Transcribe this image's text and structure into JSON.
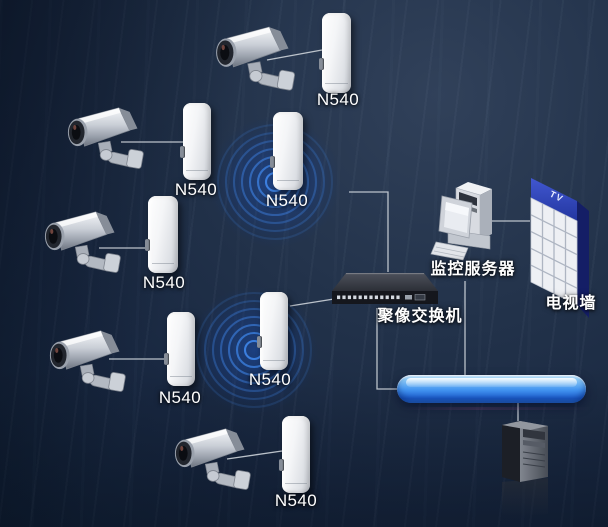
{
  "diagram": {
    "bridge_labels": [
      "N540",
      "N540",
      "N540",
      "N540",
      "N540",
      "N540",
      "N540"
    ],
    "switch_label": "聚像交换机",
    "server_label": "监控服务器",
    "tv_wall_label": "电视墙",
    "tv_wall_screen_text": "TV"
  },
  "icons": {
    "camera": "cctv-camera-icon",
    "bridge": "wireless-bridge-device",
    "ripples": "wireless-signal-rings-icon",
    "switch": "network-switch-icon",
    "server": "monitoring-server-icon",
    "tv_wall": "tv-wall-icon",
    "media_bar": "blue-bar-graphic",
    "tower": "server-tower-icon"
  },
  "colors": {
    "background": "#1c2b41",
    "ripple_blue": "#3f86ea",
    "connector_line": "#c9cfd6",
    "bar_top": "#a8dcfa",
    "bar_bottom": "#1e63d6",
    "tv_wall_blue": "#2d44b5",
    "label_text": "#ffffff"
  }
}
